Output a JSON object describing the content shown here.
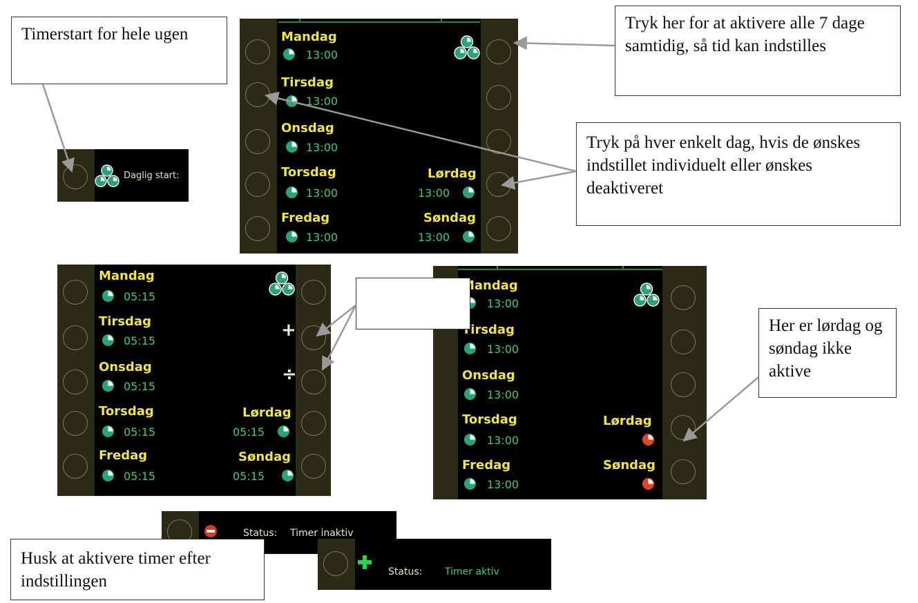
{
  "callouts": {
    "weekly_start": "Timerstart for hele ugen",
    "activate_all": "Tryk her for at aktivere alle 7 dage samtidig, så tid kan indstilles",
    "each_day": "Tryk på hver enkelt dag, hvis de ønskes indstillet individuelt eller ønskes deaktiveret",
    "weekend_inactive": "Her er lørdag og søndag ikke aktive",
    "blank": "",
    "remember": "Husk at aktivere timer efter indstillingen"
  },
  "daily_start": {
    "label": "Daglig start:"
  },
  "panel_a": {
    "mon": {
      "name": "Mandag",
      "time": "13:00"
    },
    "tue": {
      "name": "Tirsdag",
      "time": "13:00"
    },
    "wed": {
      "name": "Onsdag",
      "time": "13:00"
    },
    "thu": {
      "name": "Torsdag",
      "time": "13:00"
    },
    "fri": {
      "name": "Fredag",
      "time": "13:00"
    },
    "sat": {
      "name": "Lørdag",
      "time": "13:00"
    },
    "sun": {
      "name": "Søndag",
      "time": "13:00"
    }
  },
  "panel_b": {
    "mon": {
      "name": "Mandag",
      "time": "05:15"
    },
    "tue": {
      "name": "Tirsdag",
      "time": "05:15"
    },
    "wed": {
      "name": "Onsdag",
      "time": "05:15"
    },
    "thu": {
      "name": "Torsdag",
      "time": "05:15"
    },
    "fri": {
      "name": "Fredag",
      "time": "05:15"
    },
    "sat": {
      "name": "Lørdag",
      "time": "05:15"
    },
    "sun": {
      "name": "Søndag",
      "time": "05:15"
    },
    "plus": "+",
    "minus": "÷"
  },
  "panel_c": {
    "mon": {
      "name": "Mandag",
      "time": "13:00"
    },
    "tue": {
      "name": "Tirsdag",
      "time": "13:00"
    },
    "wed": {
      "name": "Onsdag",
      "time": "13:00"
    },
    "thu": {
      "name": "Torsdag",
      "time": "13:00"
    },
    "fri": {
      "name": "Fredag",
      "time": "13:00"
    },
    "sat": {
      "name": "Lørdag"
    },
    "sun": {
      "name": "Søndag"
    }
  },
  "status_inactive": {
    "label": "Status:",
    "value": "Timer inaktiv"
  },
  "status_active": {
    "label": "Status:",
    "value": "Timer aktiv"
  },
  "colors": {
    "day": "#f0e63c",
    "time": "#2fd07a",
    "clock_active": "#2aa37a",
    "clock_inactive": "#e0452a",
    "strip": "#2b2a14"
  }
}
